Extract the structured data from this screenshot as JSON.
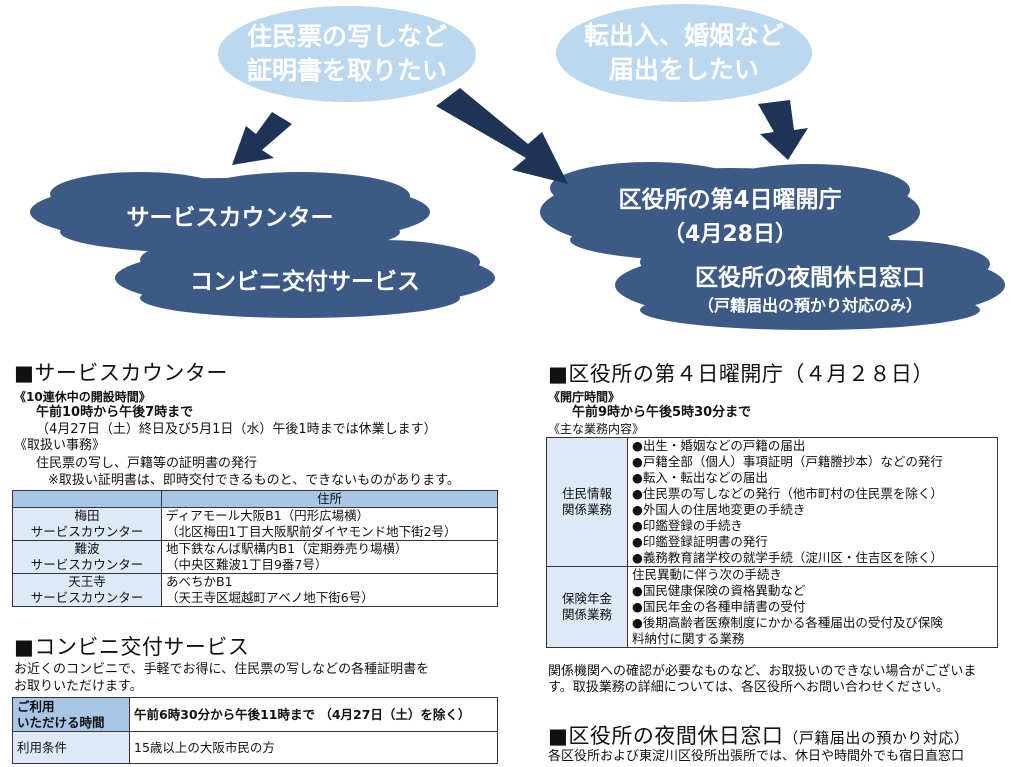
{
  "diagram": {
    "bubble_cert": [
      "住民票の写しなど",
      "証明書を取りたい"
    ],
    "bubble_notify": [
      "転出入、婚姻など",
      "届出をしたい"
    ],
    "cloud_service_counter": "サービスカウンター",
    "cloud_conbini": "コンビニ交付サービス",
    "cloud_4th_sunday": [
      "区役所の第4日曜開庁",
      "（4月28日）"
    ],
    "cloud_night_holiday": [
      "区役所の夜間休日窓口",
      "（戸籍届出の預かり対応のみ）"
    ],
    "colors": {
      "bubble": "#bcd8ee",
      "cloud": "#3d5a86",
      "arrow": "#1f3356"
    }
  },
  "service_counter": {
    "title": "■サービスカウンター",
    "hours_heading": "《10連休中の開設時間》",
    "hours": "午前10時から午後7時まで",
    "hours_note": "（4月27日（土）終日及び5月1日（水）午後1時までは休業します）",
    "services_heading": "《取扱い事務》",
    "services": "住民票の写し、戸籍等の証明書の発行",
    "services_note": "※取扱い証明書は、即時交付できるものと、できないものがあります。",
    "table_header": "住所",
    "rows": [
      {
        "name": [
          "梅田",
          "サービスカウンター"
        ],
        "addr": [
          "ディアモール大阪B1（円形広場横）",
          "（北区梅田1丁目大阪駅前ダイヤモンド地下街2号）"
        ]
      },
      {
        "name": [
          "難波",
          "サービスカウンター"
        ],
        "addr": [
          "地下鉄なんば駅構内B1（定期券売り場横）",
          "（中央区難波1丁目9番7号）"
        ]
      },
      {
        "name": [
          "天王寺",
          "サービスカウンター"
        ],
        "addr": [
          "あべちかB1",
          "（天王寺区堀越町アベノ地下街6号）"
        ]
      }
    ]
  },
  "conbini": {
    "title": "■コンビニ交付サービス",
    "desc": [
      "お近くのコンビニで、手軽でお得に、住民票の写しなどの各種証明書を",
      "お取りいただけます。"
    ],
    "rows": [
      {
        "label": [
          "ご利用",
          "いただける時間"
        ],
        "value": "午前6時30分から午後11時まで （4月27日（土）を除く）"
      },
      {
        "label": [
          "利用条件"
        ],
        "value": "15歳以上の大阪市民の方"
      }
    ]
  },
  "sunday": {
    "title": "■区役所の第４日曜開庁（４月２８日）",
    "hours_heading": "《開庁時間》",
    "hours": "午前9時から午後5時30分まで",
    "main_heading": "《主な業務内容》",
    "groups": [
      {
        "label": [
          "住民情報",
          "関係業務"
        ],
        "items": [
          "●出生・婚姻などの戸籍の届出",
          "●戸籍全部（個人）事項証明（戸籍謄抄本）などの発行",
          "●転入・転出などの届出",
          "●住民票の写しなどの発行（他市町村の住民票を除く）",
          "●外国人の住居地変更の手続き",
          "●印鑑登録の手続き",
          "●印鑑登録証明書の発行",
          "●義務教育諸学校の就学手続（淀川区・住吉区を除く）"
        ]
      },
      {
        "label": [
          "保険年金",
          "関係業務"
        ],
        "items": [
          "住民異動に伴う次の手続き",
          "●国民健康保険の資格異動など",
          "●国民年金の各種申請書の受付",
          "●後期高齢者医療制度にかかる各種届出の受付及び保険",
          "料納付に関する業務"
        ]
      }
    ],
    "footnote": [
      "関係機関への確認が必要なものなど、お取扱いのできない場合がございま",
      "す。取扱業務の詳細については、各区役所へお問い合わせください。"
    ]
  },
  "night": {
    "title": "■区役所の夜間休日窓口",
    "title_sub": "（戸籍届出の預かり対応）",
    "desc": "各区役所および東淀川区役所出張所では、休日や時間外でも宿日直窓口"
  }
}
